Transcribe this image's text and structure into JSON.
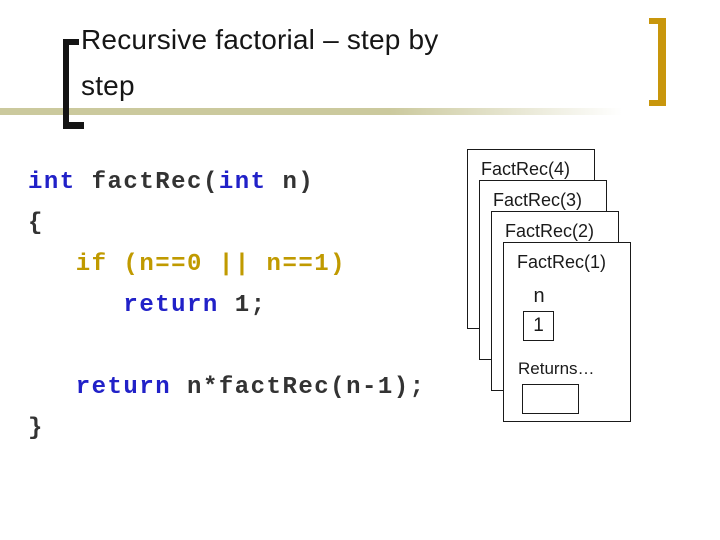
{
  "slide": {
    "title": {
      "line1": "Recursive factorial – step by",
      "line2": "step"
    },
    "decorations": {
      "left_bracket_icon": "open-bracket",
      "right_bracket_icon": "close-bracket",
      "bracket_black": "#141414",
      "bracket_gold": "#C8960C",
      "rule_khaki": "#CBC99D"
    },
    "code": {
      "language": "C",
      "colors": {
        "keyword_blue": "#2121C8",
        "condition_gold": "#C09A00",
        "plain_dark": "#333333"
      },
      "lines": [
        [
          {
            "text": "int",
            "color": "kw"
          },
          {
            "text": " factRec(",
            "color": "plain"
          },
          {
            "text": "int",
            "color": "kw"
          },
          {
            "text": " n)",
            "color": "plain"
          }
        ],
        [
          {
            "text": "{",
            "color": "plain"
          }
        ],
        [
          {
            "text": "   ",
            "color": "plain"
          },
          {
            "text": "if (n==0 || n==1)",
            "color": "cond"
          }
        ],
        [
          {
            "text": "      ",
            "color": "plain"
          },
          {
            "text": "return",
            "color": "kw"
          },
          {
            "text": " 1;",
            "color": "plain"
          }
        ],
        [],
        [
          {
            "text": "   ",
            "color": "plain"
          },
          {
            "text": "return",
            "color": "kw"
          },
          {
            "text": " n*factRec(n-1);",
            "color": "plain"
          }
        ],
        [
          {
            "text": "}",
            "color": "plain"
          }
        ]
      ]
    },
    "stack": {
      "frames": [
        {
          "label": "FactRec(4)"
        },
        {
          "label": "FactRec(3)"
        },
        {
          "label": "FactRec(2)"
        },
        {
          "label": "FactRec(1)",
          "detail": {
            "param_name": "n",
            "param_value": "1",
            "returns_label": "Returns…",
            "return_value": ""
          }
        }
      ]
    }
  }
}
